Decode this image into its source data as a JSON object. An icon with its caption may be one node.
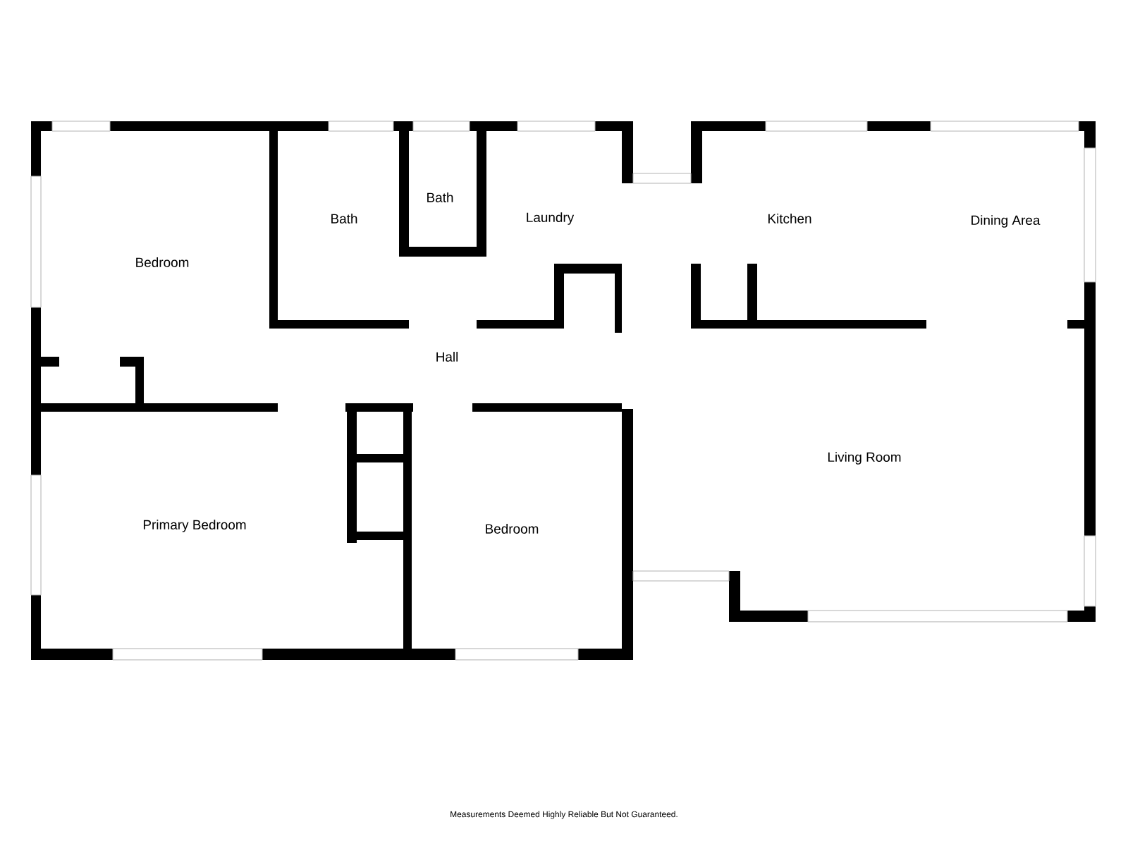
{
  "diagram": {
    "labels": [
      "Bedroom",
      "Bath",
      "Bath",
      "Laundry",
      "Kitchen",
      "Dining Area",
      "Hall",
      "Living Room",
      "Primary Bedroom",
      "Bedroom",
      "Measurements Deemed Highly Reliable But Not Guaranteed."
    ]
  }
}
